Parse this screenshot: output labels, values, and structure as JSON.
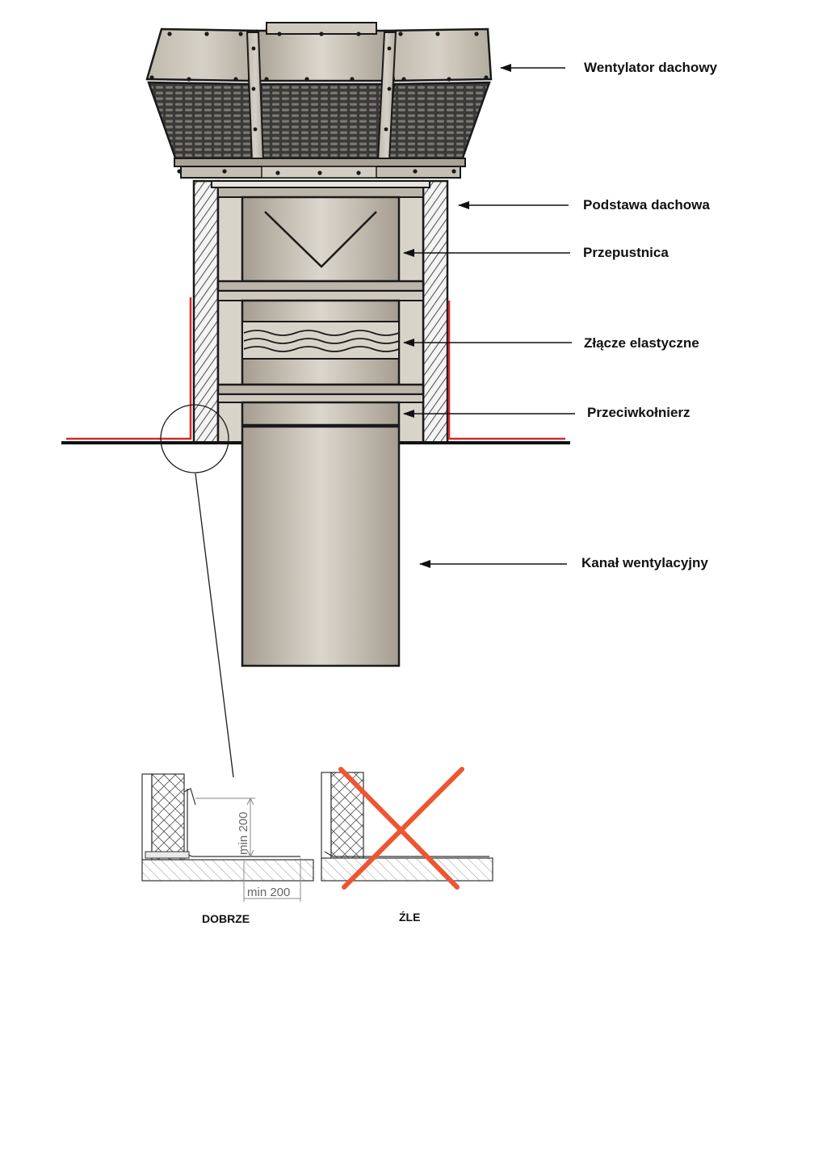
{
  "labels": {
    "fan": "Wentylator dachowy",
    "base": "Podstawa dachowa",
    "damper": "Przepustnica",
    "flex": "Złącze elastyczne",
    "counter_flange": "Przeciwkołnierz",
    "duct": "Kanał wentylacyjny"
  },
  "detail": {
    "good_label": "DOBRZE",
    "bad_label": "ŹLE",
    "dim_vertical": "min 200",
    "dim_horizontal": "min 200"
  },
  "colors": {
    "metal": "#c2bcb0",
    "outline": "#1a1a1a",
    "membrane": "#d42a2a",
    "cross": "#ee5530",
    "dimension": "#888888"
  }
}
